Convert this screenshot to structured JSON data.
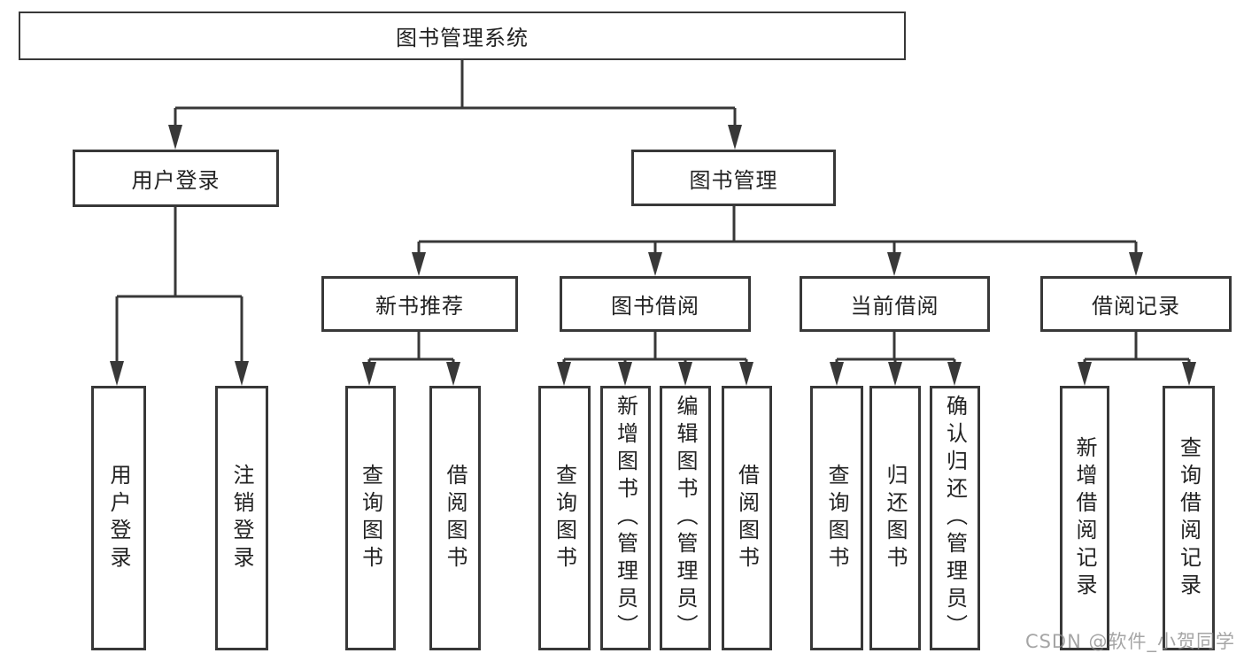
{
  "diagram_title": "图书管理系统",
  "nodes": {
    "root": "图书管理系统",
    "user_login": "用户登录",
    "book_mgmt": "图书管理",
    "new_book_rec": "新书推荐",
    "book_borrow": "图书借阅",
    "current_borrow": "当前借阅",
    "borrow_records": "借阅记录",
    "leaf_user_login": "用户登录",
    "leaf_logout": "注销登录",
    "leaf_query_book_1": "查询图书",
    "leaf_borrow_book_1": "借阅图书",
    "leaf_query_book_2": "查询图书",
    "leaf_add_book": "新增图书（管理员）",
    "leaf_edit_book": "编辑图书（管理员）",
    "leaf_borrow_book_2": "借阅图书",
    "leaf_query_book_3": "查询图书",
    "leaf_return_book": "归还图书",
    "leaf_confirm_return": "确认归还（管理员）",
    "leaf_add_record": "新增借阅记录",
    "leaf_query_record": "查询借阅记录"
  },
  "hierarchy": {
    "root": [
      "user_login",
      "book_mgmt"
    ],
    "user_login": [
      "leaf_user_login",
      "leaf_logout"
    ],
    "book_mgmt": [
      "new_book_rec",
      "book_borrow",
      "current_borrow",
      "borrow_records"
    ],
    "new_book_rec": [
      "leaf_query_book_1",
      "leaf_borrow_book_1"
    ],
    "book_borrow": [
      "leaf_query_book_2",
      "leaf_add_book",
      "leaf_edit_book",
      "leaf_borrow_book_2"
    ],
    "current_borrow": [
      "leaf_query_book_3",
      "leaf_return_book",
      "leaf_confirm_return"
    ],
    "borrow_records": [
      "leaf_add_record",
      "leaf_query_record"
    ]
  },
  "watermark": "CSDN @软件_小贺同学",
  "colors": {
    "line": "#383838",
    "box_border": "#383838",
    "text": "#222222",
    "background": "#ffffff",
    "watermark": "#878787"
  }
}
